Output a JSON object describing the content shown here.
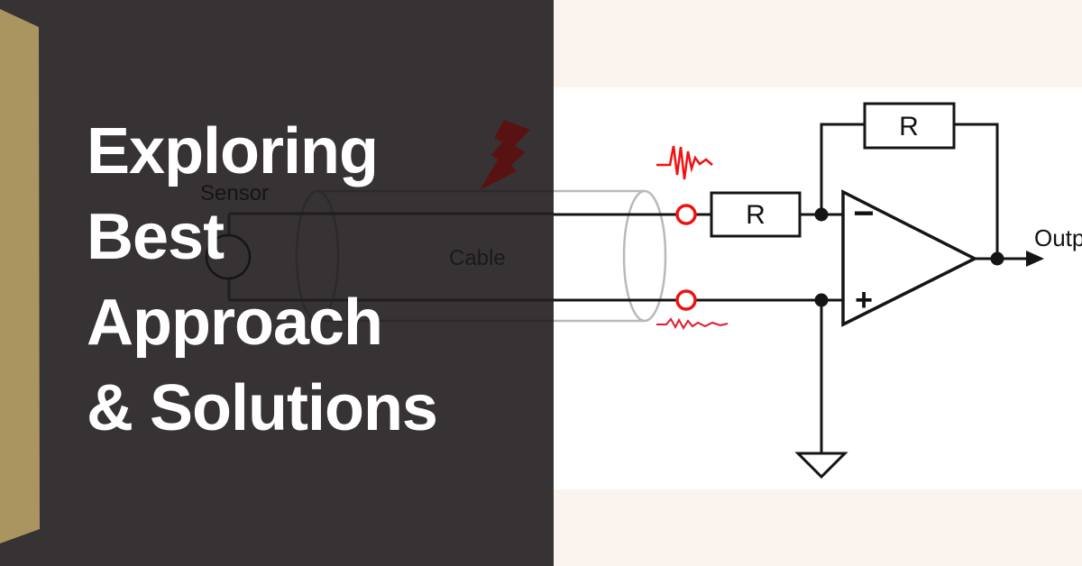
{
  "banner": {
    "title_lines": [
      "Exploring",
      "Best",
      "Approach",
      "& Solutions"
    ]
  },
  "circuit": {
    "sensor_label": "Sensor",
    "cable_label": "Cable",
    "input_resistor_label": "R",
    "feedback_resistor_label": "R",
    "opamp_inverting_label": "−",
    "opamp_noninverting_label": "+",
    "output_label": "Output"
  },
  "icons": {
    "lightning_bolt": "lightning-bolt-icon",
    "noise_burst": "noise-burst-waveform-icon",
    "noise_squiggle": "attenuated-noise-waveform-icon",
    "ground": "ground-symbol-icon",
    "sensor": "sensor-circle-icon"
  },
  "colors": {
    "panel_dark": "#373334",
    "accent_gold": "#aa9561",
    "band_cream": "#faf3ee",
    "wire_black": "#151515",
    "cable_gray": "#b9b9b9",
    "noise_red": "#f21111",
    "squiggle_red": "#e11b2e",
    "interference_circle_red": "#ee1111",
    "bolt_dark_red": "#591212",
    "title_white": "#ffffff"
  }
}
